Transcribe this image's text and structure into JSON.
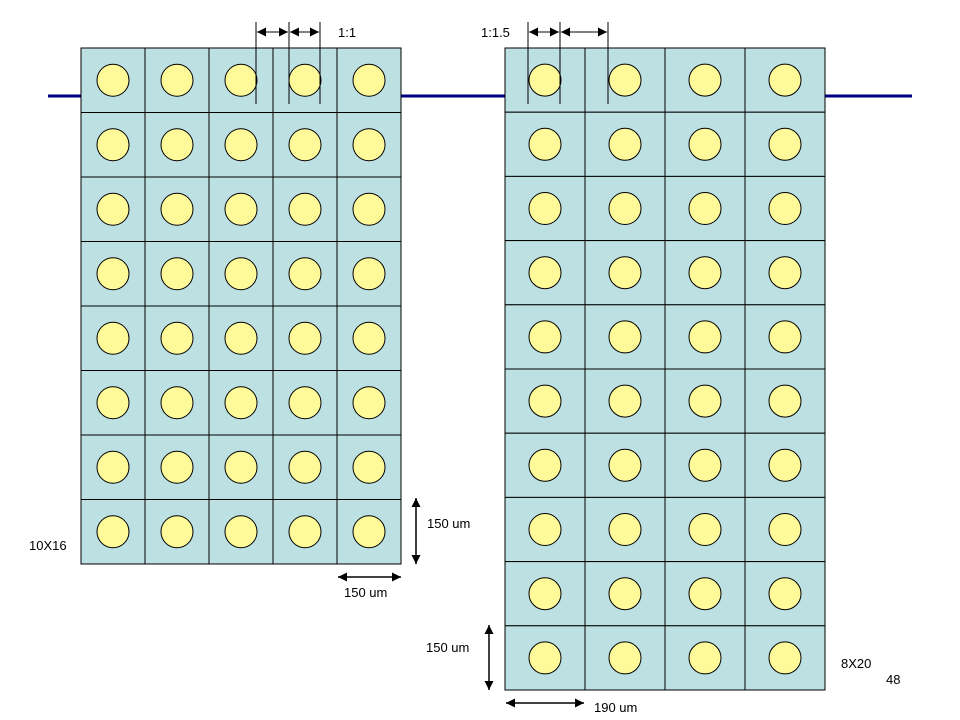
{
  "colors": {
    "cell_fill": "#bde0e3",
    "cell_stroke": "#000000",
    "pixel_fill": "#fffa99",
    "pixel_stroke": "#000000",
    "line_color": "#000080"
  },
  "left_array": {
    "name": "10X16",
    "columns": 5,
    "rows": 8,
    "ratio_label": "1:1",
    "vertical_pitch_label": "150 um",
    "horizontal_pitch_label": "150 um"
  },
  "right_array": {
    "name": "8X20",
    "columns": 4,
    "rows": 10,
    "ratio_label": "1:1.5",
    "vertical_pitch_label": "150 um",
    "horizontal_pitch_label": "190 um"
  },
  "page_number": "48"
}
